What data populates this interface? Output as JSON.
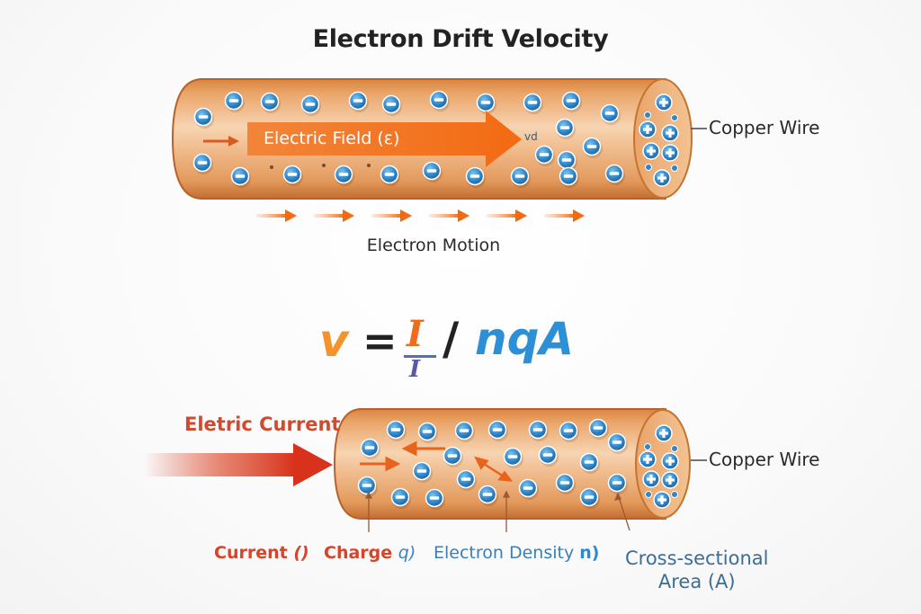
{
  "title": "Electron Drift Velocity",
  "top_wire": {
    "field_label": "Electric Field (ε)",
    "drift_label": "vd",
    "end_label": "Copper Wire",
    "motion_label": "Electron Motion",
    "motion_arrow_count": 6
  },
  "formula": {
    "lhs": "v",
    "equals": "=",
    "numerator": "I",
    "denominator": "I",
    "slash": "/",
    "rhs": "nqA"
  },
  "bottom_wire": {
    "current_label": "Eletric Current",
    "end_label": "Copper Wire",
    "labels": {
      "current": "Current",
      "current_symbol": "()",
      "charge": "Charge",
      "charge_symbol": "q)",
      "density": "Electron Density",
      "density_symbol": "n)",
      "area_line1": "Cross-sectional",
      "area_line2": "Area (A)"
    }
  },
  "colors": {
    "copper": "#e89a5a",
    "copper_dark": "#b8612a",
    "electron": "#2f86c8",
    "arrow_orange": "#f26b1d",
    "current_red": "#d8432a"
  }
}
